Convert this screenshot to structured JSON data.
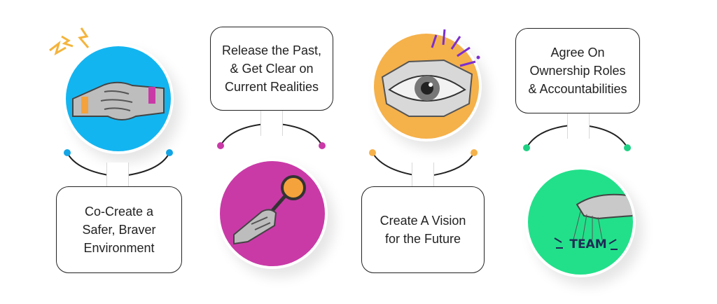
{
  "steps": [
    {
      "label": "Co-Create a\nSafer, Braver\nEnvironment",
      "color": "#13b5f0",
      "dot_color": "#13a5e6",
      "art": "handshake-icon"
    },
    {
      "label": "Release the Past,\n& Get Clear on\nCurrent Realities",
      "color": "#c93aa7",
      "dot_color": "#c93aa7",
      "art": "magnifier-icon"
    },
    {
      "label": "Create A Vision\nfor the Future",
      "color": "#f5b14a",
      "dot_color": "#f5b14a",
      "art": "eye-icon"
    },
    {
      "label": "Agree On\nOwnership Roles\n& Accountabilities",
      "color": "#22e08a",
      "dot_color": "#1fd184",
      "art": "team-puppet-icon",
      "art_text": "TEAM"
    }
  ],
  "accent_colors": {
    "spark": "#f4b43c",
    "eye_rays": "#7b2fd0",
    "skin": "#f4a23c"
  }
}
